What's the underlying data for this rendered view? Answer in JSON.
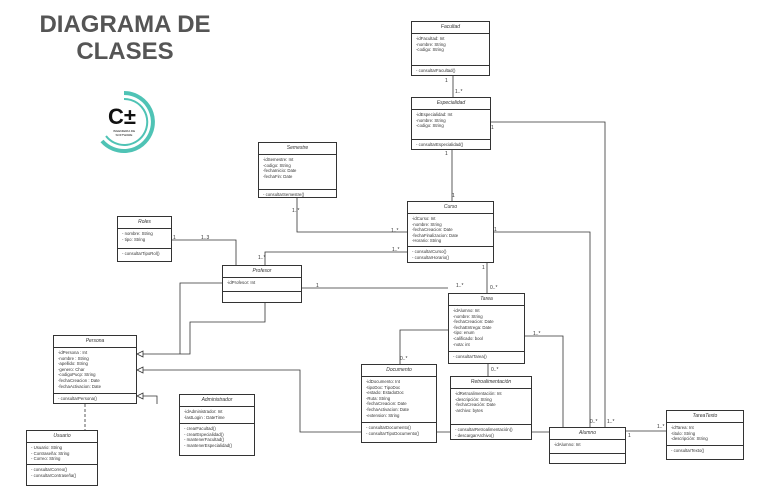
{
  "title": {
    "line1": "DIAGRAMA DE",
    "line2": "CLASES"
  },
  "logo": {
    "mark": "C±",
    "caption1": "INGENIERIA DE",
    "caption2": "SOFTWARE"
  },
  "classes": {
    "facultad": {
      "name": "Facultad",
      "attrs": [
        "-idFacultad: Int",
        "-nombre: String",
        "-codigo: String"
      ],
      "methods": [
        "- consultarFacultad()"
      ]
    },
    "especialidad": {
      "name": "Especialidad",
      "attrs": [
        "-idEspecialidad: Int",
        "-nombre: String",
        "-codigo: String"
      ],
      "methods": [
        "- consultarEspecialidad()"
      ]
    },
    "semestre": {
      "name": "Semestre",
      "attrs": [
        "-idSemestre: Int",
        "-codigo: String",
        "-fechaInicio: Date",
        "-fechaFin: Date"
      ],
      "methods": [
        "- consultarSemestre()"
      ]
    },
    "curso": {
      "name": "Curso",
      "attrs": [
        "-idCurso: Int",
        "-nombre: String",
        "-fechaCreacion: Date",
        "-fechaFinalizacion: Date",
        "-Horario: String"
      ],
      "methods": [
        "- consultarCurso()",
        "- consultarHorario()"
      ]
    },
    "roles": {
      "name": "Roles",
      "attrs": [
        "- nombre: String",
        "- tipo: String"
      ],
      "methods": [
        "- consultarTipoRol()"
      ]
    },
    "profesor": {
      "name": "Profesor",
      "attrs": [
        "-idProfesor: Int"
      ],
      "methods": [
        ""
      ]
    },
    "tarea": {
      "name": "Tarea",
      "attrs": [
        "-idAlumno: Int",
        "-nombre: String",
        "-fechaCreacion: Date",
        "-fechaEntrega: Date",
        "-tipo: enum",
        "-calificado: bool",
        "-nota: int"
      ],
      "methods": [
        "- consultarTarea()"
      ]
    },
    "persona": {
      "name": "Persona",
      "attrs": [
        "-idPersona : Int",
        "-nombre : String",
        "-apellido: String",
        "-genero: Char",
        "-codigoPucp: String",
        "-fechaCreacion : Date",
        "-fechaActivacion: Date"
      ],
      "methods": [
        "- consultarPersona()"
      ]
    },
    "documento": {
      "name": "Documento",
      "attrs": [
        "-idDocumento: Int",
        "-tipoDoc: TipoDoc",
        "-estado: EstadoDoc",
        "-Ruta: String",
        "-fechaCreacion: Date",
        "-fechaActivacion: Date",
        "-extension: String"
      ],
      "methods": [
        "- consultarDocumento()",
        "- consultarTipoDocumento()"
      ]
    },
    "retroalimentacion": {
      "name": "Retroalimentación",
      "attrs": [
        "-idRetroalimentación: Int",
        "-descripción: String",
        "-fechaCreación: Date",
        "-archivo: bytes"
      ],
      "methods": [
        "- consultarRetroalimentación()",
        "- descargarArchivo()"
      ]
    },
    "administrador": {
      "name": "Administrador",
      "attrs": [
        "-idAdministrador: Int",
        "-lastLogin : DateTime"
      ],
      "methods": [
        "- crearFacultad()",
        "- crearEspecialidad()",
        "- mantenerFacultad()",
        "- mantenerEspecialidad()"
      ]
    },
    "usuario": {
      "name": "Usuario",
      "attrs": [
        "- Usuario: String",
        "- Contraseña: String",
        "- Correo: String"
      ],
      "methods": [
        "- consultarCorreo()",
        "- consultarContraseña()"
      ]
    },
    "alumno": {
      "name": "Alumno",
      "attrs": [
        "-idAlumno: Int"
      ],
      "methods": [
        ""
      ]
    },
    "tarea_texto": {
      "name": "TareaTexto",
      "attrs": [
        "-idTarea: Int",
        "-titulo: String",
        "-descripción: String"
      ],
      "methods": [
        "- consultarTexto()"
      ]
    }
  },
  "multiplicities": {
    "fac_esp_1": "1",
    "fac_esp_2": "1..*",
    "esp_cur_1": "1",
    "esp_cur_2": "1",
    "esp_alu_1": "1",
    "sem_1": "1..*",
    "sem_2": "1..*",
    "rol_1": "1",
    "rol_2": "1..3",
    "prof_cur_1": "1..*",
    "prof_cur_2": "1..*",
    "prof_tar_1": "1",
    "prof_tar_2": "1..*",
    "cur_tar_1": "1",
    "cur_tar_2": "0..*",
    "cur_alu_1": "1",
    "tar_doc": "0..*",
    "tar_ret": "0..*",
    "tar_alu": "1..*",
    "alu_1": "0..*",
    "alu_2": "1..*",
    "alu_tt_1": "1",
    "alu_tt_2": "1..*"
  },
  "colors": {
    "line": "#333333",
    "logo_ring": "#4fc3b5",
    "title": "#555555"
  }
}
